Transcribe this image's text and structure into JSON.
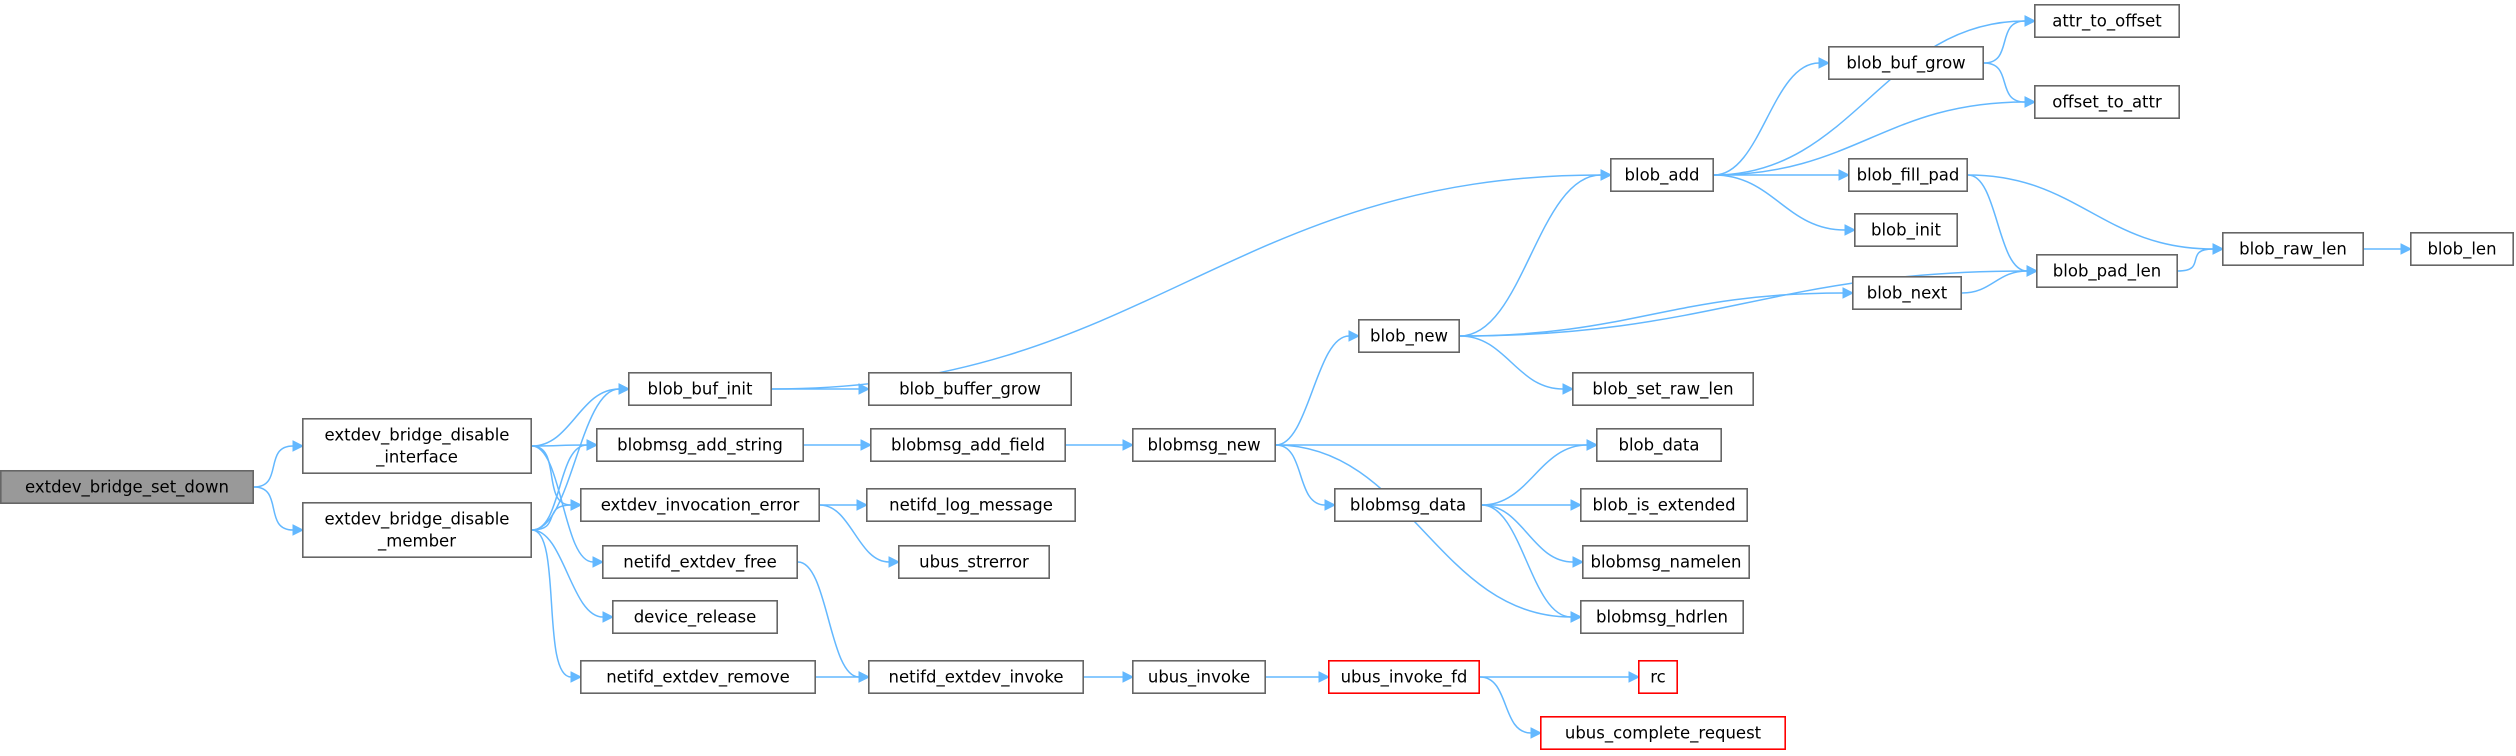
{
  "chart_data": {
    "type": "call-graph",
    "nodes": [
      {
        "id": "n0",
        "label": "extdev_bridge_set_down",
        "lines": [
          "extdev_bridge_set_down"
        ],
        "style": "root"
      },
      {
        "id": "n1",
        "label": "extdev_bridge_disable_interface",
        "lines": [
          "extdev_bridge_disable",
          "_interface"
        ],
        "style": "normal"
      },
      {
        "id": "n2",
        "label": "extdev_bridge_disable_member",
        "lines": [
          "extdev_bridge_disable",
          "_member"
        ],
        "style": "normal"
      },
      {
        "id": "n3",
        "label": "blob_buf_init",
        "lines": [
          "blob_buf_init"
        ],
        "style": "normal"
      },
      {
        "id": "n4",
        "label": "blobmsg_add_string",
        "lines": [
          "blobmsg_add_string"
        ],
        "style": "normal"
      },
      {
        "id": "n5",
        "label": "extdev_invocation_error",
        "lines": [
          "extdev_invocation_error"
        ],
        "style": "normal"
      },
      {
        "id": "n6",
        "label": "netifd_extdev_free",
        "lines": [
          "netifd_extdev_free"
        ],
        "style": "normal"
      },
      {
        "id": "n7",
        "label": "device_release",
        "lines": [
          "device_release"
        ],
        "style": "normal"
      },
      {
        "id": "n8",
        "label": "netifd_extdev_remove",
        "lines": [
          "netifd_extdev_remove"
        ],
        "style": "normal"
      },
      {
        "id": "n9",
        "label": "blob_buffer_grow",
        "lines": [
          "blob_buffer_grow"
        ],
        "style": "normal"
      },
      {
        "id": "n10",
        "label": "blobmsg_add_field",
        "lines": [
          "blobmsg_add_field"
        ],
        "style": "normal"
      },
      {
        "id": "n11",
        "label": "netifd_log_message",
        "lines": [
          "netifd_log_message"
        ],
        "style": "normal"
      },
      {
        "id": "n12",
        "label": "ubus_strerror",
        "lines": [
          "ubus_strerror"
        ],
        "style": "normal"
      },
      {
        "id": "n13",
        "label": "netifd_extdev_invoke",
        "lines": [
          "netifd_extdev_invoke"
        ],
        "style": "normal"
      },
      {
        "id": "n14",
        "label": "blobmsg_new",
        "lines": [
          "blobmsg_new"
        ],
        "style": "normal"
      },
      {
        "id": "n15",
        "label": "ubus_invoke",
        "lines": [
          "ubus_invoke"
        ],
        "style": "normal"
      },
      {
        "id": "n16",
        "label": "blob_new",
        "lines": [
          "blob_new"
        ],
        "style": "normal"
      },
      {
        "id": "n17",
        "label": "blobmsg_data",
        "lines": [
          "blobmsg_data"
        ],
        "style": "normal"
      },
      {
        "id": "n18",
        "label": "ubus_invoke_fd",
        "lines": [
          "ubus_invoke_fd"
        ],
        "style": "red"
      },
      {
        "id": "n19",
        "label": "blob_add",
        "lines": [
          "blob_add"
        ],
        "style": "normal"
      },
      {
        "id": "n20",
        "label": "blob_set_raw_len",
        "lines": [
          "blob_set_raw_len"
        ],
        "style": "normal"
      },
      {
        "id": "n21",
        "label": "blob_data",
        "lines": [
          "blob_data"
        ],
        "style": "normal"
      },
      {
        "id": "n22",
        "label": "blob_is_extended",
        "lines": [
          "blob_is_extended"
        ],
        "style": "normal"
      },
      {
        "id": "n23",
        "label": "blobmsg_namelen",
        "lines": [
          "blobmsg_namelen"
        ],
        "style": "normal"
      },
      {
        "id": "n24",
        "label": "blobmsg_hdrlen",
        "lines": [
          "blobmsg_hdrlen"
        ],
        "style": "normal"
      },
      {
        "id": "n25",
        "label": "rc",
        "lines": [
          "rc"
        ],
        "style": "red"
      },
      {
        "id": "n26",
        "label": "ubus_complete_request",
        "lines": [
          "ubus_complete_request"
        ],
        "style": "red"
      },
      {
        "id": "n27",
        "label": "blob_buf_grow",
        "lines": [
          "blob_buf_grow"
        ],
        "style": "normal"
      },
      {
        "id": "n28",
        "label": "blob_fill_pad",
        "lines": [
          "blob_fill_pad"
        ],
        "style": "normal"
      },
      {
        "id": "n29",
        "label": "blob_init",
        "lines": [
          "blob_init"
        ],
        "style": "normal"
      },
      {
        "id": "n30",
        "label": "blob_next",
        "lines": [
          "blob_next"
        ],
        "style": "normal"
      },
      {
        "id": "n31",
        "label": "attr_to_offset",
        "lines": [
          "attr_to_offset"
        ],
        "style": "normal"
      },
      {
        "id": "n32",
        "label": "offset_to_attr",
        "lines": [
          "offset_to_attr"
        ],
        "style": "normal"
      },
      {
        "id": "n33",
        "label": "blob_pad_len",
        "lines": [
          "blob_pad_len"
        ],
        "style": "normal"
      },
      {
        "id": "n34",
        "label": "blob_raw_len",
        "lines": [
          "blob_raw_len"
        ],
        "style": "normal"
      },
      {
        "id": "n35",
        "label": "blob_len",
        "lines": [
          "blob_len"
        ],
        "style": "normal"
      }
    ],
    "edges": [
      [
        "n0",
        "n1"
      ],
      [
        "n0",
        "n2"
      ],
      [
        "n1",
        "n3"
      ],
      [
        "n1",
        "n4"
      ],
      [
        "n1",
        "n5"
      ],
      [
        "n1",
        "n6"
      ],
      [
        "n2",
        "n3"
      ],
      [
        "n2",
        "n4"
      ],
      [
        "n2",
        "n5"
      ],
      [
        "n2",
        "n7"
      ],
      [
        "n2",
        "n8"
      ],
      [
        "n3",
        "n9"
      ],
      [
        "n3",
        "n19"
      ],
      [
        "n4",
        "n10"
      ],
      [
        "n5",
        "n11"
      ],
      [
        "n5",
        "n12"
      ],
      [
        "n6",
        "n13"
      ],
      [
        "n8",
        "n13"
      ],
      [
        "n10",
        "n14"
      ],
      [
        "n13",
        "n15"
      ],
      [
        "n14",
        "n16"
      ],
      [
        "n14",
        "n21"
      ],
      [
        "n14",
        "n17"
      ],
      [
        "n14",
        "n24"
      ],
      [
        "n15",
        "n18"
      ],
      [
        "n16",
        "n19"
      ],
      [
        "n16",
        "n33"
      ],
      [
        "n16",
        "n30"
      ],
      [
        "n16",
        "n20"
      ],
      [
        "n17",
        "n21"
      ],
      [
        "n17",
        "n22"
      ],
      [
        "n17",
        "n23"
      ],
      [
        "n17",
        "n24"
      ],
      [
        "n18",
        "n25"
      ],
      [
        "n18",
        "n26"
      ],
      [
        "n19",
        "n31"
      ],
      [
        "n19",
        "n27"
      ],
      [
        "n19",
        "n32"
      ],
      [
        "n19",
        "n28"
      ],
      [
        "n19",
        "n29"
      ],
      [
        "n27",
        "n31"
      ],
      [
        "n27",
        "n32"
      ],
      [
        "n28",
        "n33"
      ],
      [
        "n28",
        "n34"
      ],
      [
        "n30",
        "n33"
      ],
      [
        "n33",
        "n34"
      ],
      [
        "n34",
        "n35"
      ]
    ],
    "colors": {
      "edge": "#63b8ff",
      "node_border": "#666666",
      "root_fill": "#999999",
      "truncated_border": "#ff0000"
    }
  }
}
